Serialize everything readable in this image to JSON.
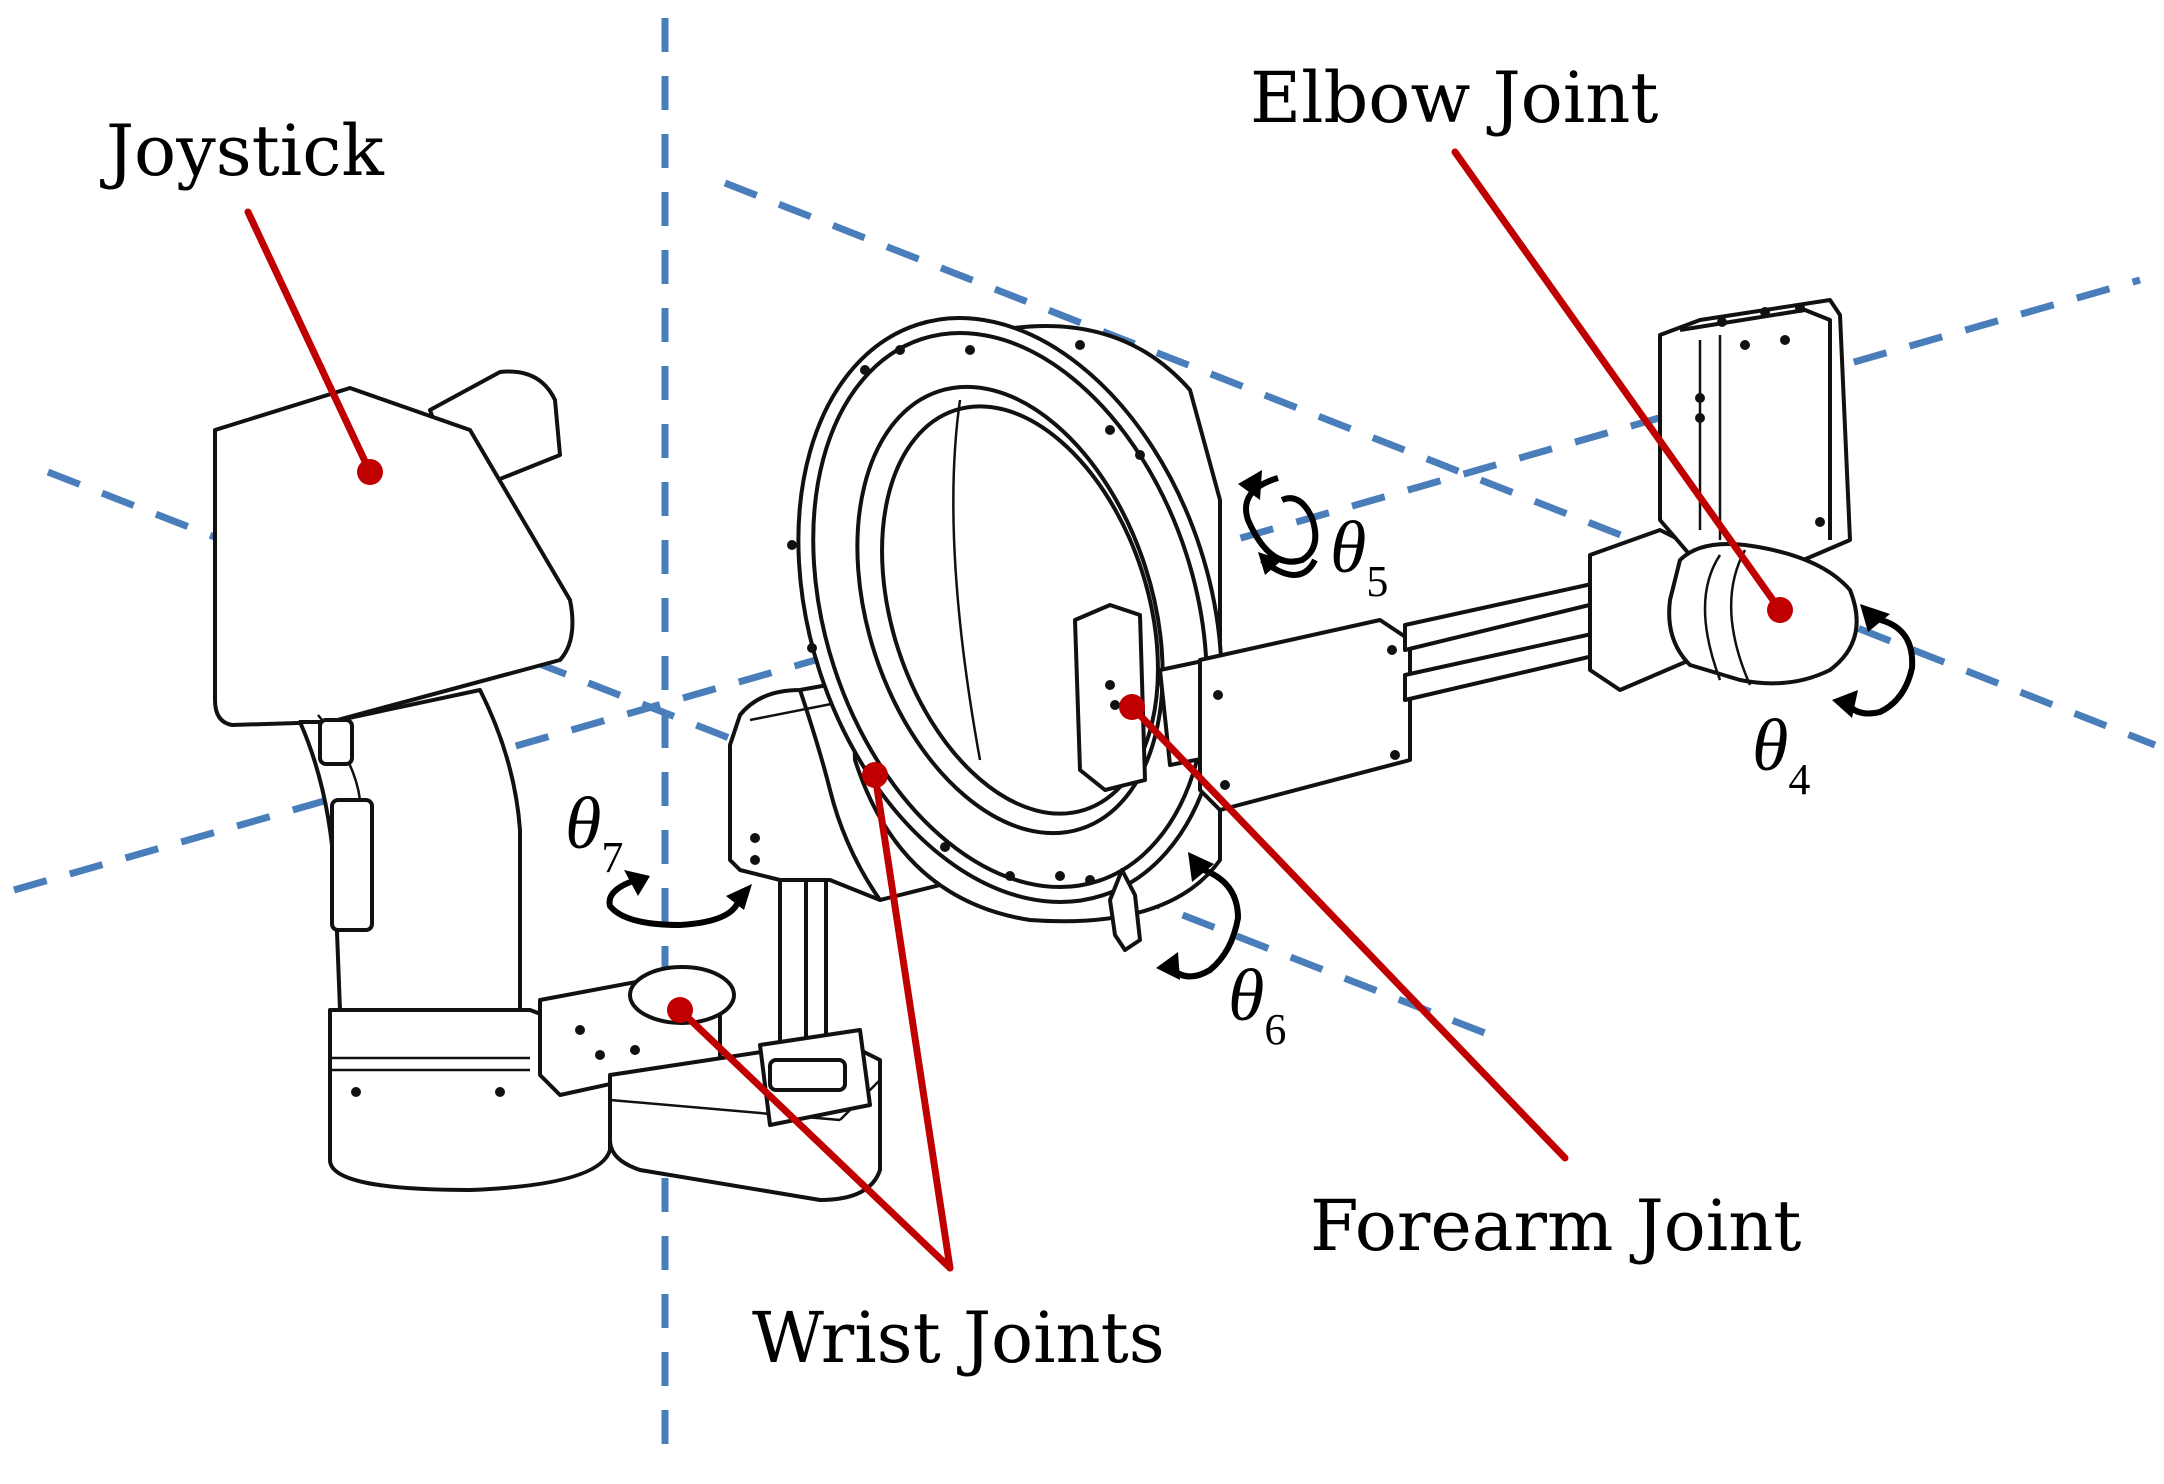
{
  "labels": {
    "joystick": "Joystick",
    "elbow": "Elbow Joint",
    "forearm": "Forearm Joint",
    "wrist": "Wrist Joints"
  },
  "angles": {
    "t4": {
      "symbol": "θ",
      "sub": "4"
    },
    "t5": {
      "symbol": "θ",
      "sub": "5"
    },
    "t6": {
      "symbol": "θ",
      "sub": "6"
    },
    "t7": {
      "symbol": "θ",
      "sub": "7"
    }
  },
  "colors": {
    "axis": "#4a7ebb",
    "leader": "#c00000",
    "outline": "#111111"
  }
}
